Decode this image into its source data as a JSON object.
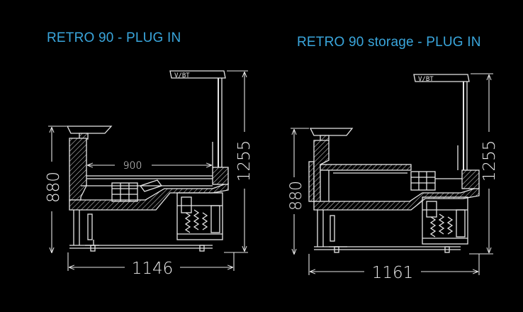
{
  "colors": {
    "background": "#000000",
    "title": "#3aa6dc",
    "drawing": "#e6e6e6"
  },
  "left_view": {
    "title": "RETRO 90 - PLUG IN",
    "dim_width": "1146",
    "dim_height": "880",
    "dim_total_height": "1255",
    "dim_depth": "900"
  },
  "right_view": {
    "title": "RETRO 90 storage - PLUG IN",
    "dim_width": "1161",
    "dim_height": "880",
    "dim_total_height": "1255"
  }
}
